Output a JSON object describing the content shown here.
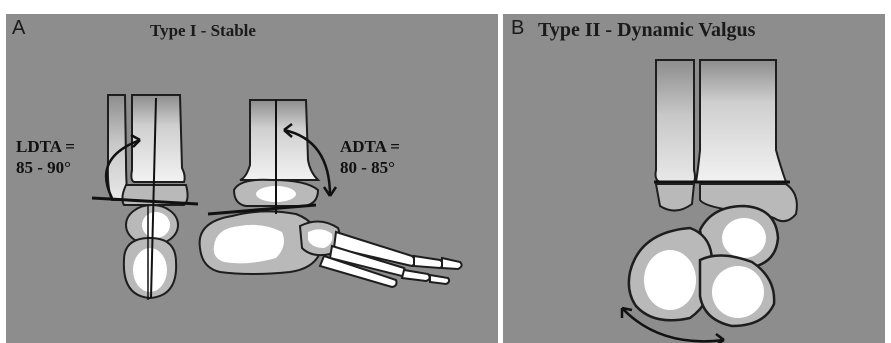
{
  "panel_a": {
    "letter": "A",
    "title": "Type I - Stable",
    "ldta_label": "LDTA =",
    "ldta_value": "85 - 90°",
    "adta_label": "ADTA =",
    "adta_value": "80 - 85°"
  },
  "panel_b": {
    "letter": "B",
    "title": "Type II - Dynamic Valgus"
  },
  "colors": {
    "background": "#8d8d8d",
    "bone_outline": "#1e1e1e",
    "bone_fill": "#b9b9b9",
    "bone_highlight": "#ffffff",
    "line": "#111111"
  }
}
